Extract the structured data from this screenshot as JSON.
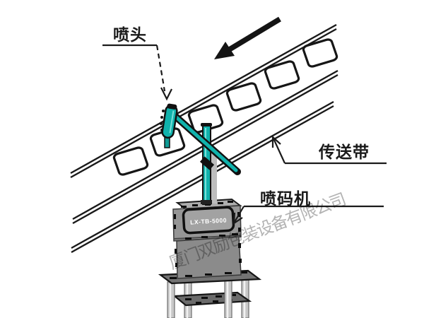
{
  "diagram": {
    "labels": {
      "spray_head": "喷头",
      "conveyor_belt": "传送带",
      "inkjet_printer": "喷码机"
    },
    "machine": {
      "panel_text": "LX-TB-5000"
    },
    "watermark": {
      "text": "厦门双励包装设备有限公司",
      "color": "#b3b3b3"
    },
    "icons": {
      "direction_arrow": "thick-down-left-arrow",
      "leader_arrows": "open-v-arrowheads"
    },
    "colors": {
      "accent_teal": "#10b2ac",
      "machine_gray": "#8f8f8f",
      "line_black": "#1a1a1a"
    }
  }
}
